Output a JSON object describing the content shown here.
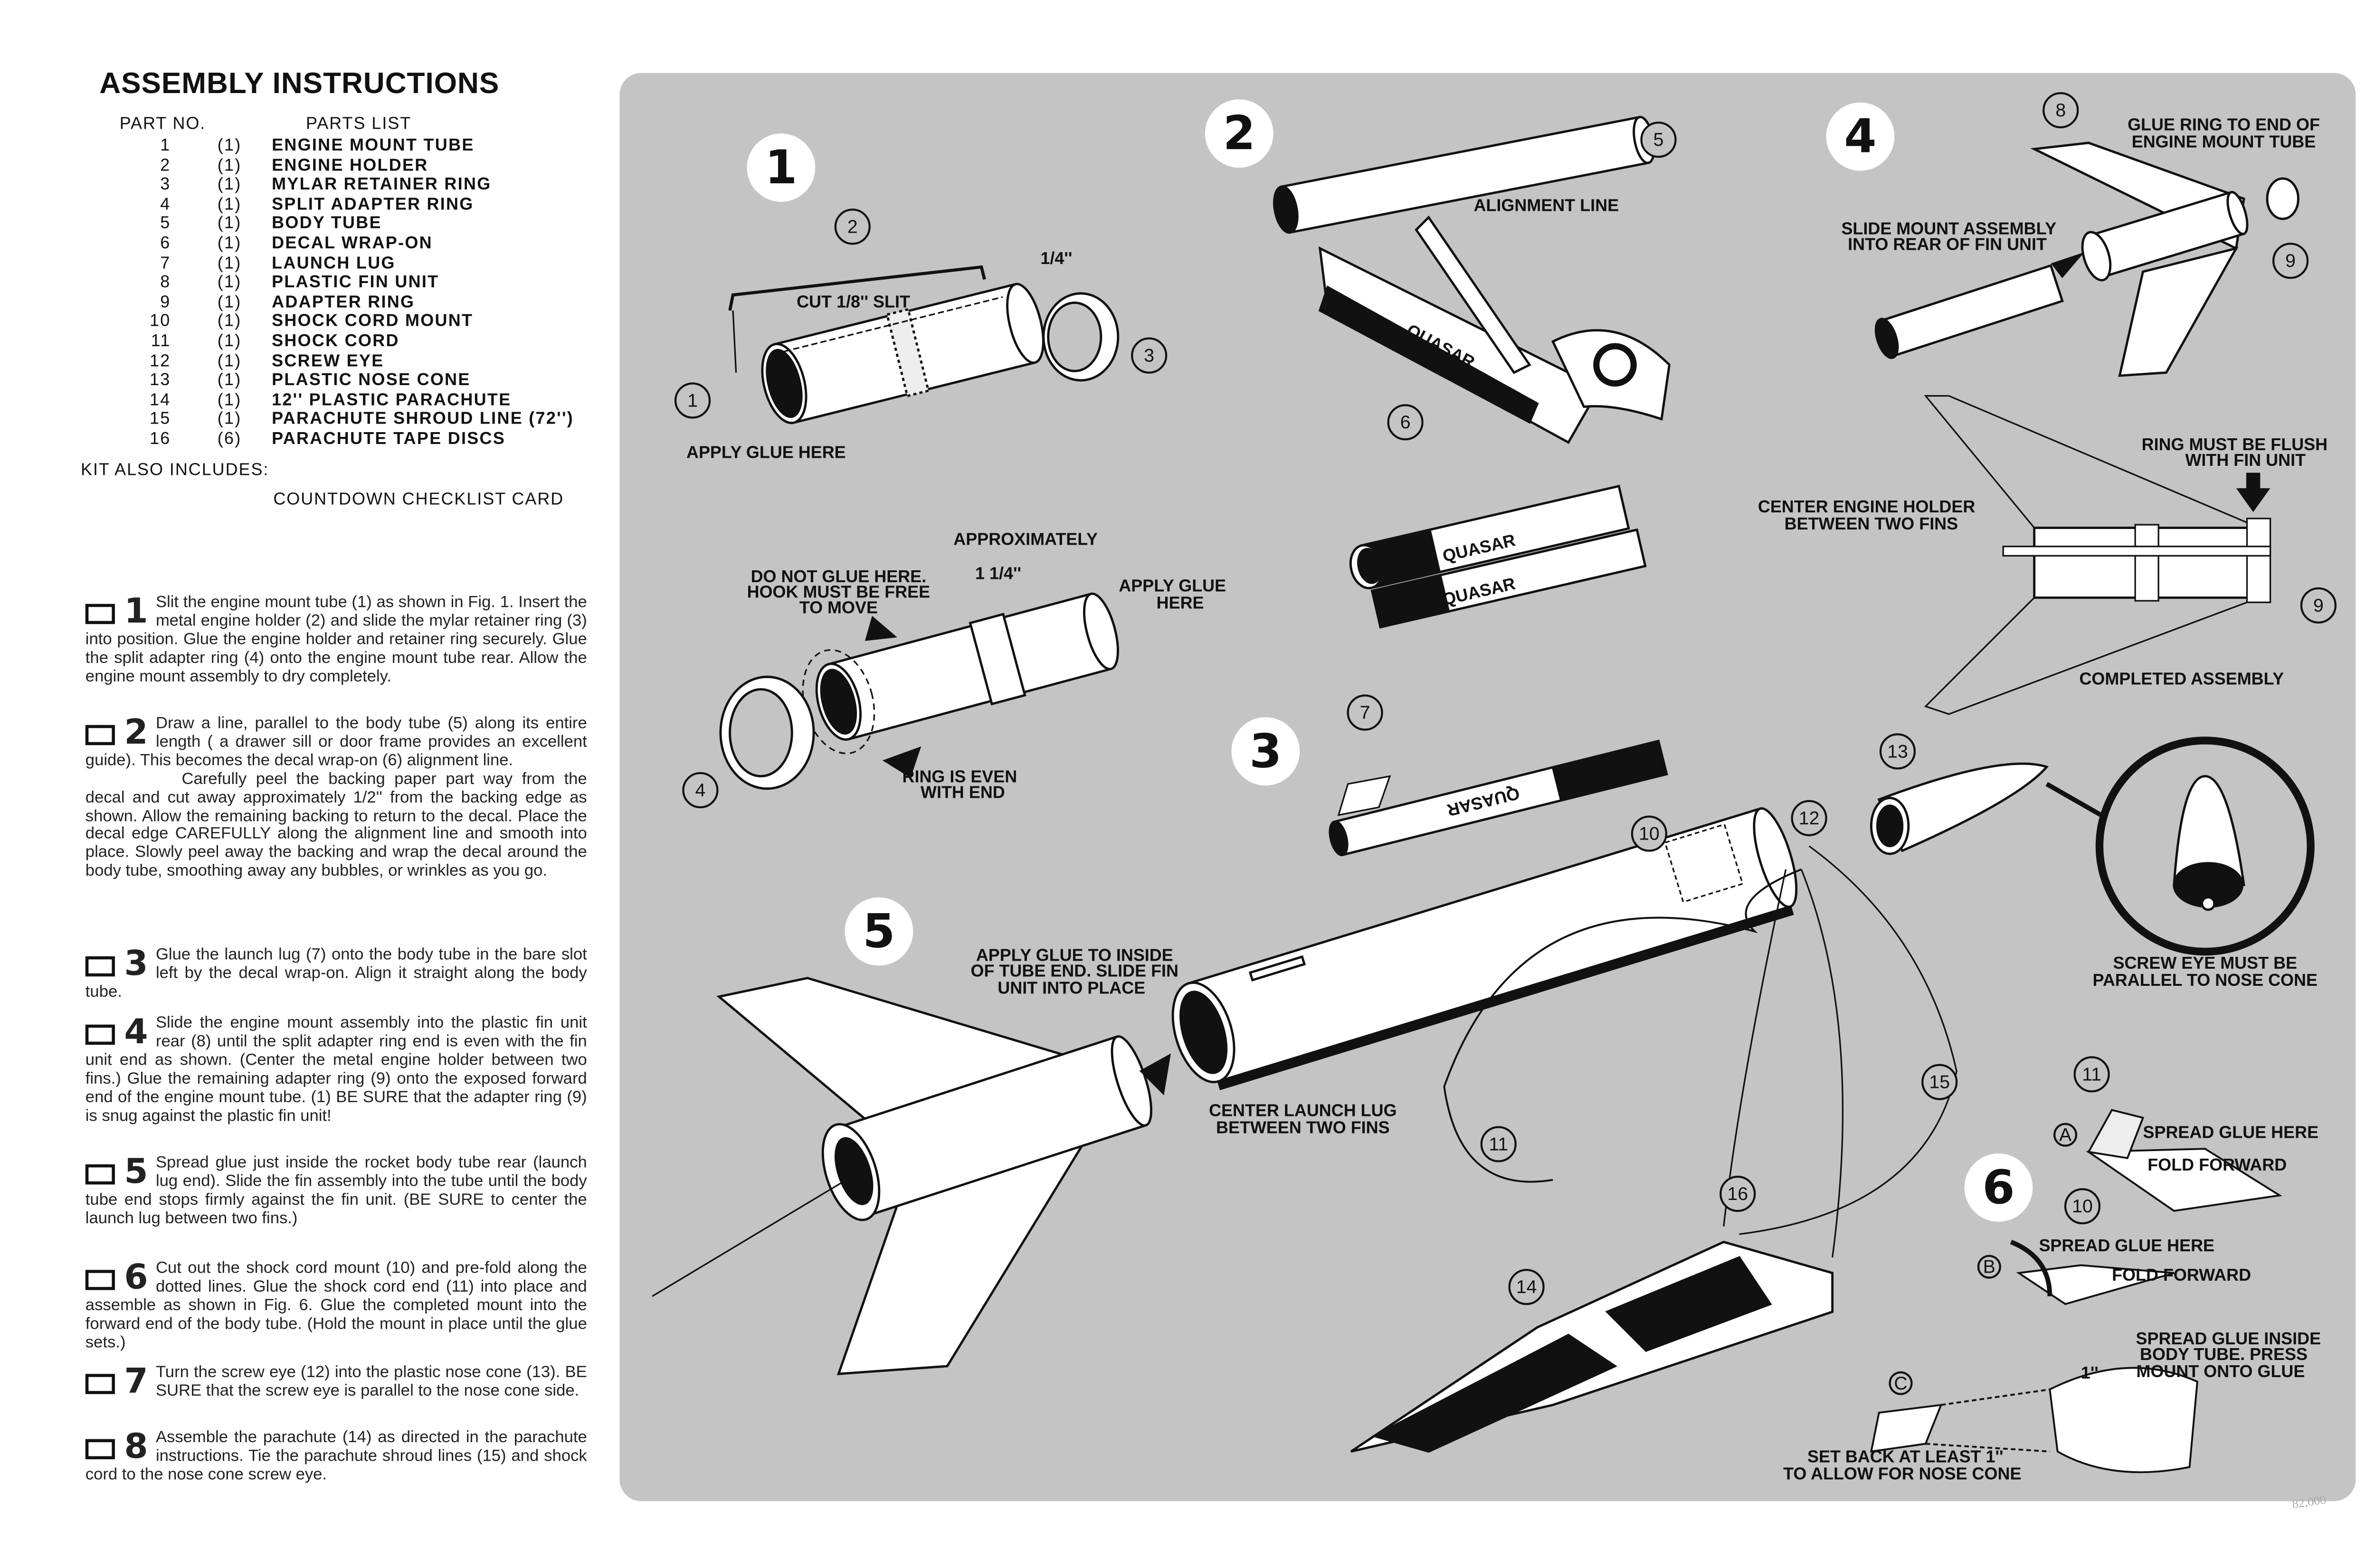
{
  "title": "ASSEMBLY INSTRUCTIONS",
  "parts_list": {
    "header_part_no": "PART NO.",
    "header_parts_list": "PARTS LIST",
    "items": [
      {
        "no": "1",
        "qty": "(1)",
        "name": "ENGINE MOUNT TUBE"
      },
      {
        "no": "2",
        "qty": "(1)",
        "name": "ENGINE HOLDER"
      },
      {
        "no": "3",
        "qty": "(1)",
        "name": "MYLAR RETAINER RING"
      },
      {
        "no": "4",
        "qty": "(1)",
        "name": "SPLIT ADAPTER RING"
      },
      {
        "no": "5",
        "qty": "(1)",
        "name": "BODY TUBE"
      },
      {
        "no": "6",
        "qty": "(1)",
        "name": "DECAL WRAP-ON"
      },
      {
        "no": "7",
        "qty": "(1)",
        "name": "LAUNCH LUG"
      },
      {
        "no": "8",
        "qty": "(1)",
        "name": "PLASTIC FIN UNIT"
      },
      {
        "no": "9",
        "qty": "(1)",
        "name": "ADAPTER RING"
      },
      {
        "no": "10",
        "qty": "(1)",
        "name": "SHOCK CORD MOUNT"
      },
      {
        "no": "11",
        "qty": "(1)",
        "name": "SHOCK CORD"
      },
      {
        "no": "12",
        "qty": "(1)",
        "name": "SCREW EYE"
      },
      {
        "no": "13",
        "qty": "(1)",
        "name": "PLASTIC NOSE CONE"
      },
      {
        "no": "14",
        "qty": "(1)",
        "name": "12'' PLASTIC PARACHUTE"
      },
      {
        "no": "15",
        "qty": "(1)",
        "name": "PARACHUTE SHROUD LINE (72'')"
      },
      {
        "no": "16",
        "qty": "(6)",
        "name": "PARACHUTE TAPE DISCS"
      }
    ],
    "kit_also_includes_label": "KIT ALSO INCLUDES:",
    "kit_extra": "COUNTDOWN CHECKLIST CARD"
  },
  "steps": [
    {
      "number": "1",
      "paragraphs": [
        "Slit the engine mount tube (1) as shown in Fig. 1. Insert the metal engine holder (2) and slide the mylar retainer ring (3) into position. Glue the engine holder and retainer ring securely. Glue the split adapter ring (4) onto the engine mount tube rear. Allow the engine mount assembly to dry completely."
      ]
    },
    {
      "number": "2",
      "paragraphs": [
        "Draw a line, parallel to the body tube (5) along its entire length ( a drawer sill or door frame provides an excellent guide). This becomes the decal wrap-on (6) alignment line.",
        "Carefully peel the backing paper part way from the decal and cut away approximately 1/2'' from the backing edge as shown. Allow the remaining backing to return to the decal. Place the decal edge CAREFULLY along the alignment line and smooth into place. Slowly peel away the backing and wrap the decal around the body tube, smoothing away any bubbles, or wrinkles as you go."
      ]
    },
    {
      "number": "3",
      "paragraphs": [
        "Glue the launch lug (7) onto the body tube in the bare slot left by the decal wrap-on. Align it straight along the body tube."
      ]
    },
    {
      "number": "4",
      "paragraphs": [
        "Slide the engine mount assembly into the plastic fin unit rear (8) until the split adapter ring end is even with the fin unit end as shown. (Center the metal engine holder between two fins.) Glue the remaining adapter ring (9) onto the exposed forward end of the engine mount tube. (1) BE SURE that the adapter ring (9) is snug against the plastic fin unit!"
      ]
    },
    {
      "number": "5",
      "paragraphs": [
        "Spread glue just inside the rocket body tube rear (launch lug end). Slide the fin assembly into the tube until the body tube end stops firmly against the fin unit. (BE SURE to center the launch lug between two fins.)"
      ]
    },
    {
      "number": "6",
      "paragraphs": [
        "Cut out the shock cord mount (10) and pre-fold along the dotted lines. Glue the shock cord end (11) into place and assemble as shown in Fig. 6. Glue the completed mount into the forward end of the body tube. (Hold the mount in place until the glue sets.)"
      ]
    },
    {
      "number": "7",
      "paragraphs": [
        "Turn the screw eye (12) into the plastic nose cone (13).  BE SURE that the screw eye is parallel to the nose cone side."
      ]
    },
    {
      "number": "8",
      "paragraphs": [
        "Assemble the parachute (14) as directed in the parachute instructions. Tie the parachute shroud lines (15) and shock cord to the nose cone screw eye."
      ]
    }
  ],
  "figures": {
    "badges": [
      "1",
      "2",
      "3",
      "4",
      "5",
      "6"
    ],
    "fig1": {
      "cut_slit": "CUT 1/8'' SLIT",
      "quarter_inch": "1/4''",
      "apply_glue_here": "APPLY GLUE HERE",
      "approximately": "APPROXIMATELY",
      "one_and_quarter": "1 1/4''",
      "do_not_glue": [
        "DO NOT GLUE HERE.",
        "HOOK MUST BE FREE",
        "TO MOVE"
      ],
      "apply_glue_here_2": [
        "APPLY GLUE",
        "HERE"
      ],
      "ring_even": [
        "RING IS EVEN",
        "WITH END"
      ]
    },
    "fig2": {
      "alignment_line": "ALIGNMENT LINE",
      "decal_text": "QUASAR"
    },
    "fig4": {
      "glue_ring": [
        "GLUE RING TO END OF",
        "ENGINE MOUNT TUBE"
      ],
      "slide_mount": [
        "SLIDE MOUNT ASSEMBLY",
        "INTO REAR OF FIN UNIT"
      ],
      "ring_flush": [
        "RING MUST BE FLUSH",
        "WITH FIN UNIT"
      ],
      "center_holder": [
        "CENTER ENGINE HOLDER",
        "BETWEEN TWO FINS"
      ],
      "completed": "COMPLETED ASSEMBLY"
    },
    "fig5": {
      "apply_glue_inside": [
        "APPLY GLUE TO INSIDE",
        "OF TUBE END. SLIDE FIN",
        "UNIT INTO PLACE"
      ],
      "center_lug": [
        "CENTER LAUNCH LUG",
        "BETWEEN TWO FINS"
      ],
      "screw_eye": [
        "SCREW EYE MUST BE",
        "PARALLEL TO NOSE CONE"
      ]
    },
    "fig6": {
      "letters": [
        "A",
        "B",
        "C"
      ],
      "spread_a": "SPREAD GLUE  HERE",
      "fold_a": "FOLD FORWARD",
      "spread_b": "SPREAD GLUE HERE",
      "fold_b": "FOLD FORWARD",
      "spread_inside": [
        "SPREAD GLUE INSIDE",
        "BODY TUBE. PRESS",
        "MOUNT ONTO GLUE"
      ],
      "one_inch": "1''",
      "set_back": [
        "SET BACK AT LEAST 1''",
        "TO ALLOW FOR NOSE CONE"
      ]
    },
    "callouts": [
      "1",
      "2",
      "3",
      "4",
      "5",
      "6",
      "7",
      "8",
      "9",
      "9",
      "10",
      "10",
      "11",
      "11",
      "12",
      "13",
      "14",
      "15",
      "16"
    ]
  },
  "footer_code": "82,000",
  "colors": {
    "panel": "#c4c4c4",
    "ink": "#111111",
    "paper": "#ffffff"
  }
}
